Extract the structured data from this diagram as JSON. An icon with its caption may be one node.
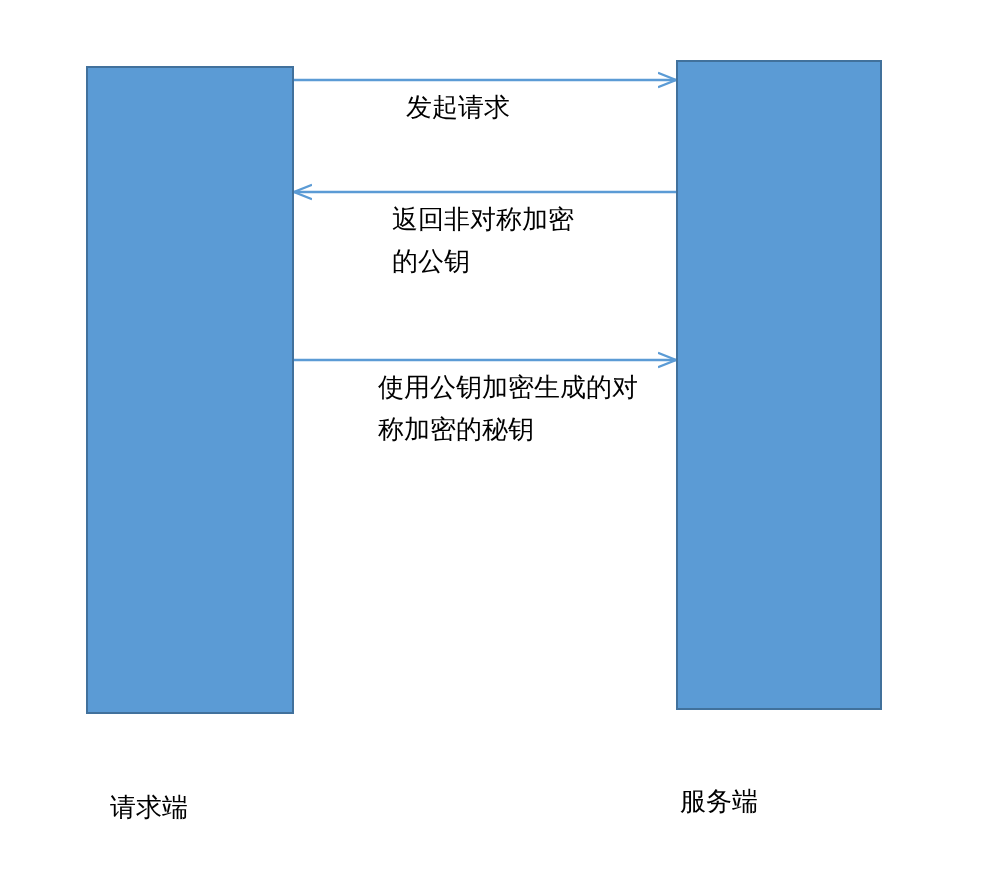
{
  "diagram": {
    "nodes": [
      {
        "text": [
          "请求端"
        ]
      },
      {
        "text": [
          "服务端"
        ]
      }
    ],
    "edges": [
      {
        "from": 0,
        "to": 1,
        "arrow": "to",
        "label": "发起请求"
      },
      {
        "from": 1,
        "to": 0,
        "arrow": "to",
        "label": "返回非对称加密的公钥"
      },
      {
        "from": 0,
        "to": 1,
        "arrow": "to",
        "label": "使用公钥加密生成的对称加密的秘钥"
      }
    ]
  }
}
